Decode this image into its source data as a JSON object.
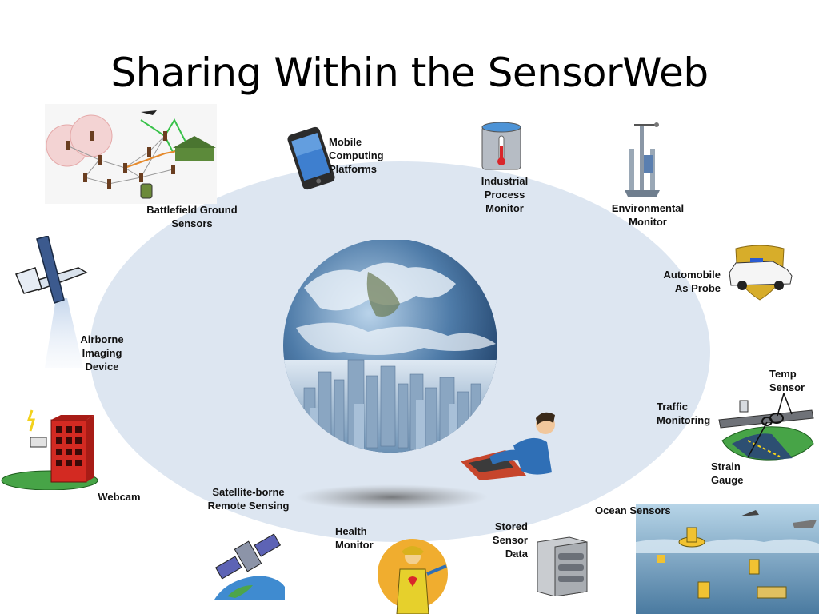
{
  "slide": {
    "title": "Sharing Within the SensorWeb"
  },
  "labels": {
    "battlefield": "Battlefield Ground\nSensors",
    "mobile": "Mobile\n   Computing\n      Platforms",
    "industrial": "Industrial\nProcess\nMonitor",
    "environmental": "Environmental\nMonitor",
    "automobile": "Automobile\nAs Probe",
    "airborne": "Airborne\nImaging\nDevice",
    "temp_sensor": "Temp\nSensor",
    "traffic": "Traffic\nMonitoring",
    "strain_gauge": "Strain\nGauge",
    "webcam": "Webcam",
    "satellite": "Satellite-borne\nRemote Sensing",
    "health": "Health\nMonitor",
    "stored": "Stored\nSensor\nData",
    "ocean": "Ocean Sensors"
  },
  "colors": {
    "ellipse": "#dde6f1",
    "accent_blue": "#2f6fb6",
    "building_red": "#d32a22",
    "grass_green": "#47a447"
  },
  "icons": [
    "sensor-network-icon",
    "mobile-phone-icon",
    "thermometer-tank-icon",
    "weather-station-icon",
    "police-car-badge-icon",
    "airplane-icon",
    "webcam-building-icon",
    "satellite-icon",
    "firefighter-icon",
    "server-storage-icon",
    "ocean-buoy-icon",
    "bridge-traffic-icon",
    "globe-city-icon",
    "person-laptop-icon"
  ]
}
